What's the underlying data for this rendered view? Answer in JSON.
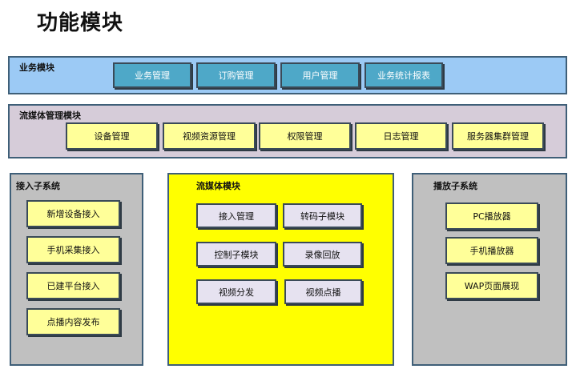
{
  "title": "功能模块",
  "business": {
    "label": "业务模块",
    "items": [
      "业务管理",
      "订购管理",
      "用户管理",
      "业务统计报表"
    ]
  },
  "streaming_mgmt": {
    "label": "流媒体管理模块",
    "items": [
      "设备管理",
      "视频资源管理",
      "权限管理",
      "日志管理",
      "服务器集群管理"
    ]
  },
  "access": {
    "label": "接入子系统",
    "items": [
      "新增设备接入",
      "手机采集接入",
      "已建平台接入",
      "点播内容发布"
    ]
  },
  "streaming": {
    "label": "流媒体模块",
    "items": [
      "接入管理",
      "转码子模块",
      "控制子模块",
      "录像回放",
      "视频分发",
      "视频点播"
    ]
  },
  "player": {
    "label": "播放子系统",
    "items": [
      "PC播放器",
      "手机播放器",
      "WAP页面展现"
    ]
  },
  "colors": {
    "business_panel": "#9ccaf5",
    "streaming_mgmt_panel": "#d6ccd9",
    "side_panel": "#c0c0c0",
    "streaming_panel": "#ffff00",
    "blue_box": "#4ea8c8",
    "yellow_box": "#ffff99",
    "lavender_box": "#e6e2f0"
  }
}
